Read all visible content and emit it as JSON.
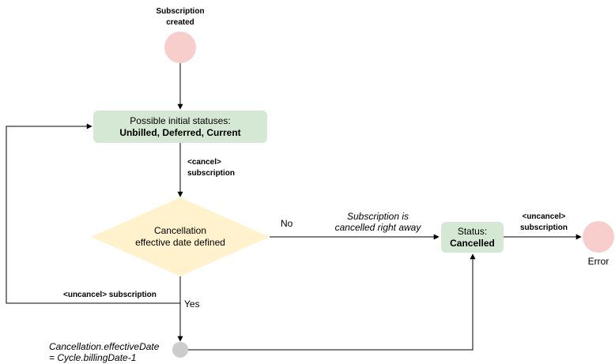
{
  "start_event": {
    "label_line1": "Subscription",
    "label_line2": "created"
  },
  "initial_status": {
    "line1": "Possible initial statuses:",
    "line2": "Unbilled, Deferred, Current"
  },
  "cancel_action": {
    "line1": "<cancel>",
    "line2": "subscription"
  },
  "decision": {
    "line1": "Cancellation",
    "line2": "effective date defined"
  },
  "no_branch": {
    "label": "No",
    "note_line1": "Subscription is",
    "note_line2": "cancelled right away"
  },
  "yes_branch": {
    "label": "Yes"
  },
  "status_cancelled": {
    "line1": "Status:",
    "line2": "Cancelled"
  },
  "uncancel_right": {
    "line1": "<uncancel>",
    "line2": "subscription"
  },
  "end_event": {
    "label": "Error"
  },
  "uncancel_loop": {
    "label": "<uncancel> subscription"
  },
  "intermediate": {
    "line1": "Cancellation.effectiveDate",
    "line2": "= Cycle.billingDate-1"
  },
  "colors": {
    "start_fill": "#f8cecc",
    "end_fill": "#f8cecc",
    "process_fill": "#d5e8d4",
    "decision_fill": "#fff2cc",
    "intermediate_fill": "#cccccc",
    "edge": "#000000"
  }
}
